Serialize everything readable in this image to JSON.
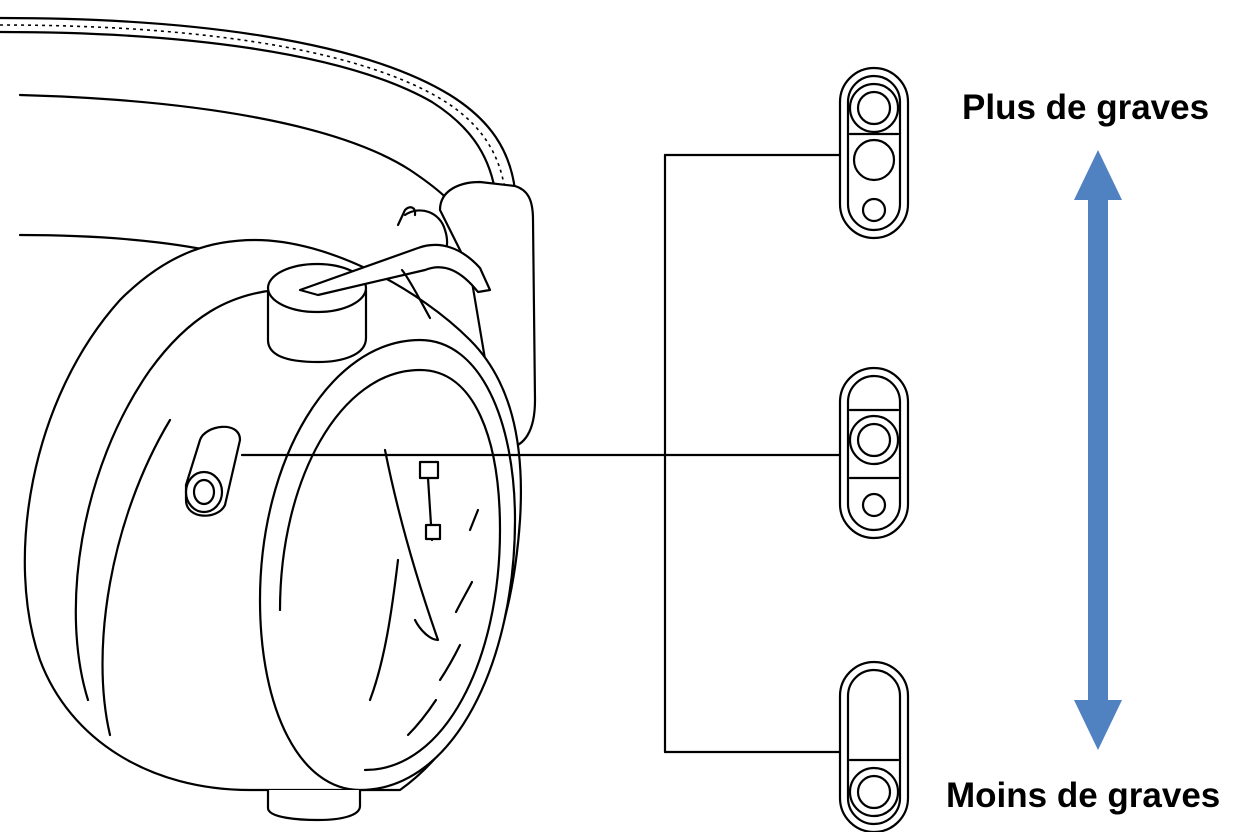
{
  "labels": {
    "more_bass": "Plus de graves",
    "less_bass": "Moins de graves"
  },
  "colors": {
    "arrow": "#5081C0",
    "line": "#000000",
    "background": "#FFFFFF"
  },
  "slider_positions": [
    "top",
    "middle",
    "bottom"
  ]
}
